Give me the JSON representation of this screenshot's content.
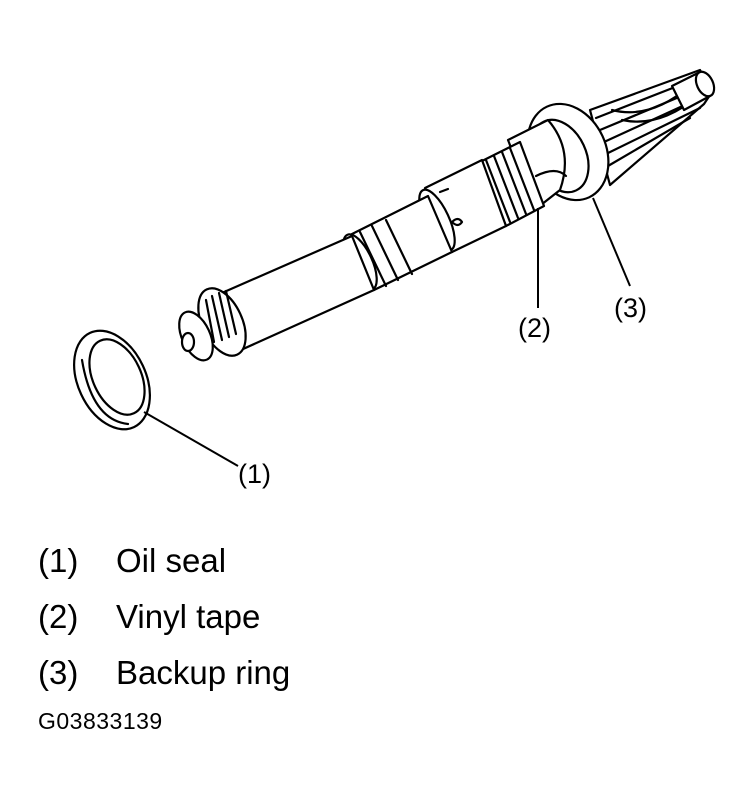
{
  "figure": {
    "callouts": [
      {
        "id": "1",
        "label": "(1)"
      },
      {
        "id": "2",
        "label": "(2)"
      },
      {
        "id": "3",
        "label": "(3)"
      }
    ]
  },
  "legend": {
    "items": [
      {
        "number": "(1)",
        "text": "Oil seal"
      },
      {
        "number": "(2)",
        "text": "Vinyl tape"
      },
      {
        "number": "(3)",
        "text": "Backup ring"
      }
    ]
  },
  "figure_code": "G03833139"
}
